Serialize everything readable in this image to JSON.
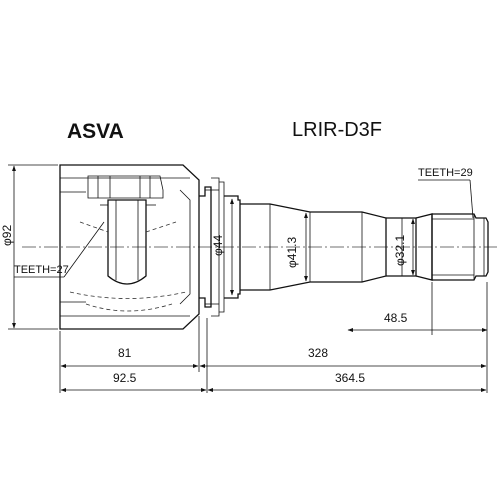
{
  "brand": "ASVA",
  "part_number": "LRIR-D3F",
  "labels": {
    "teeth_outer": "TEETH=29",
    "teeth_inner": "TEETH=27",
    "dia_housing": "φ92",
    "dia_44": "φ44",
    "dia_41_3": "φ41.3",
    "dia_32_1": "φ32.1",
    "len_48_5": "48.5",
    "len_81": "81",
    "len_328": "328",
    "len_92_5": "92.5",
    "len_364_5": "364.5"
  }
}
